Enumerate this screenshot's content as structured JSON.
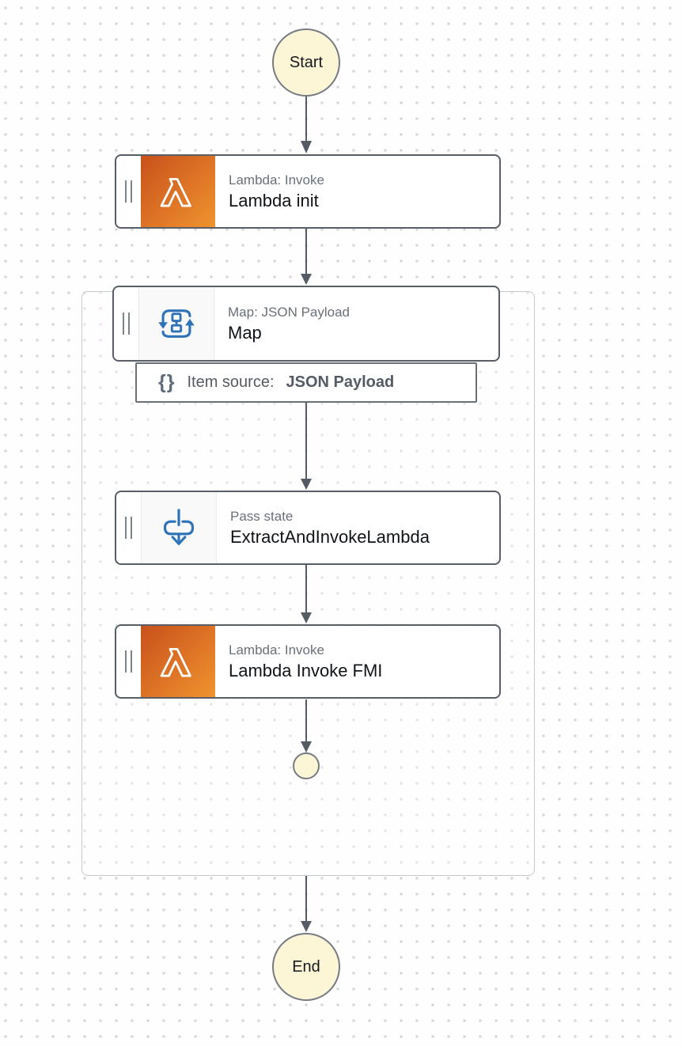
{
  "workflow": {
    "start_label": "Start",
    "end_label": "End"
  },
  "states": {
    "lambda_init": {
      "type": "Lambda: Invoke",
      "name": "Lambda init"
    },
    "map": {
      "type": "Map: JSON Payload",
      "name": "Map"
    },
    "item_source": {
      "icon": "{}",
      "label": "Item source:",
      "value": "JSON Payload"
    },
    "pass": {
      "type": "Pass state",
      "name": "ExtractAndInvokeLambda"
    },
    "lambda_fmi": {
      "type": "Lambda: Invoke",
      "name": "Lambda Invoke FMI"
    }
  },
  "colors": {
    "icon_blue": "#2e73b8",
    "connector": "#545b64",
    "border_dark": "#575e67",
    "terminal_fill": "#fcf5d6",
    "terminal_border": "#767b83",
    "lambda_grad_a": "#c8511b",
    "lambda_grad_b": "#f0932f",
    "muted_text": "#697078",
    "title_text": "#101418",
    "container_border": "#c6cacd"
  }
}
